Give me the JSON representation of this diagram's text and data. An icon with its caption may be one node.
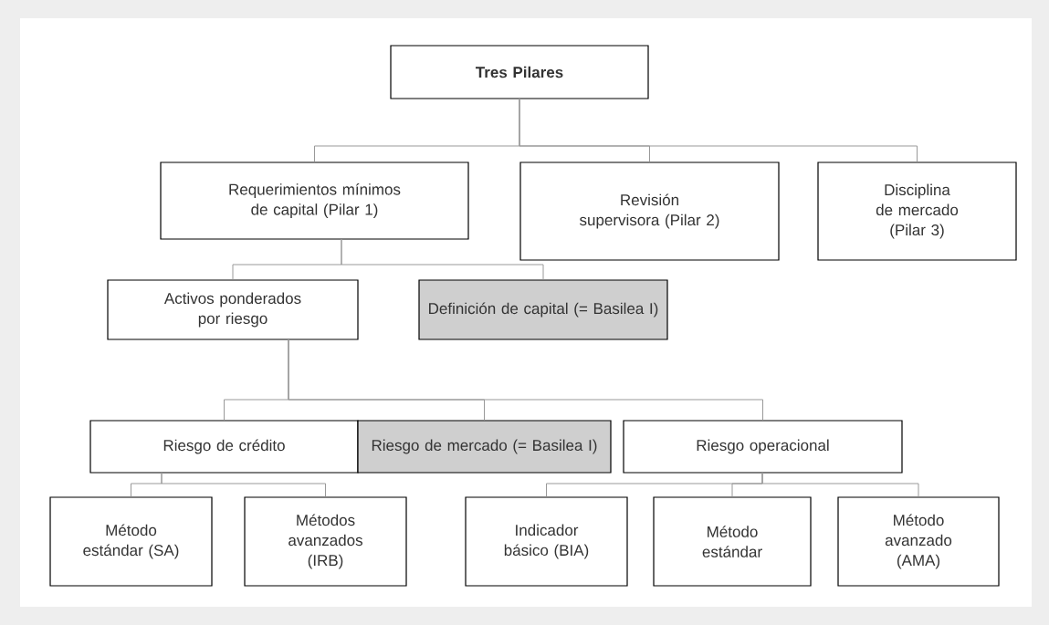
{
  "diagram": {
    "nodes": [
      {
        "text": [
          "Tres Pilares"
        ]
      },
      {
        "text": [
          "Requerimientos mínimos de capital (Pilar 1)"
        ]
      },
      {
        "text": [
          "Revisión supervisora (Pilar 2)"
        ]
      },
      {
        "text": [
          "Disciplina de mercado (Pilar 3)"
        ]
      },
      {
        "text": [
          "Activos ponderados por riesgo"
        ]
      },
      {
        "text": [
          "Definición de capital (= Basilea I)"
        ]
      },
      {
        "text": [
          "Riesgo de crédito"
        ]
      },
      {
        "text": [
          "Riesgo de mercado (= Basilea I)"
        ]
      },
      {
        "text": [
          "Riesgo operacional"
        ]
      },
      {
        "text": [
          "Método estándar (SA)"
        ]
      },
      {
        "text": [
          "Métodos avanzados (IRB)"
        ]
      },
      {
        "text": [
          "Indicador básico (BIA)"
        ]
      },
      {
        "text": [
          "Método estándar"
        ]
      },
      {
        "text": [
          "Método avanzado (AMA)"
        ]
      }
    ],
    "edges": [
      {
        "from": 0,
        "to": 1,
        "arrow": "none"
      },
      {
        "from": 0,
        "to": 2,
        "arrow": "none"
      },
      {
        "from": 0,
        "to": 3,
        "arrow": "none"
      },
      {
        "from": 1,
        "to": 4,
        "arrow": "none"
      },
      {
        "from": 1,
        "to": 5,
        "arrow": "none"
      },
      {
        "from": 4,
        "to": 6,
        "arrow": "none"
      },
      {
        "from": 4,
        "to": 7,
        "arrow": "none"
      },
      {
        "from": 4,
        "to": 8,
        "arrow": "none"
      },
      {
        "from": 6,
        "to": 9,
        "arrow": "none"
      },
      {
        "from": 6,
        "to": 10,
        "arrow": "none"
      },
      {
        "from": 8,
        "to": 11,
        "arrow": "none"
      },
      {
        "from": 8,
        "to": 12,
        "arrow": "none"
      },
      {
        "from": 8,
        "to": 13,
        "arrow": "none"
      }
    ]
  }
}
